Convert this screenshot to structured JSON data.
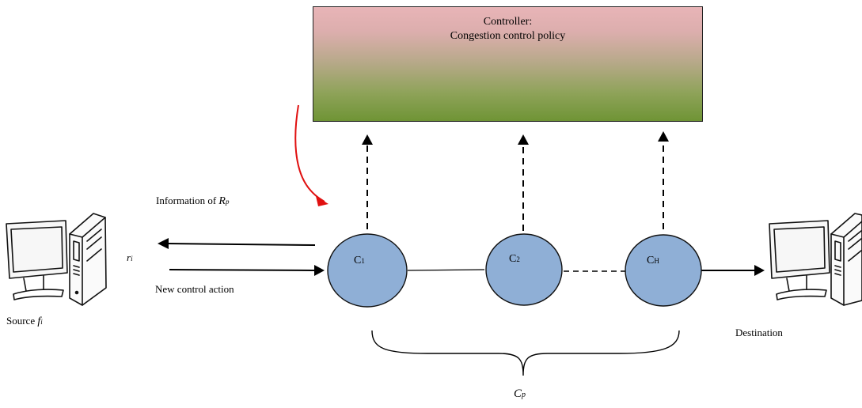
{
  "controller": {
    "title_line1": "Controller:",
    "title_line2": "Congestion control policy",
    "fill_top": "#e8b4b7",
    "fill_bottom": "#6f9435"
  },
  "nodes": [
    {
      "label": "C",
      "subscript": "1"
    },
    {
      "label": "C",
      "subscript": "2"
    },
    {
      "label": "C",
      "subscript": "H"
    }
  ],
  "node_color": "#8fafd6",
  "info_label": {
    "text": "Information of ",
    "var": "R",
    "sub": "p"
  },
  "ri_label": {
    "var": "r",
    "sub": "i"
  },
  "action_label": "New control action",
  "source_label": {
    "text": "Source ",
    "var": "f",
    "sub": "i"
  },
  "destination_label": "Destination",
  "brace_label": {
    "var": "C",
    "sub": "p"
  },
  "annotation_arrow_color": "#e01010",
  "icons": [
    "source-computer-icon",
    "destination-computer-icon"
  ]
}
